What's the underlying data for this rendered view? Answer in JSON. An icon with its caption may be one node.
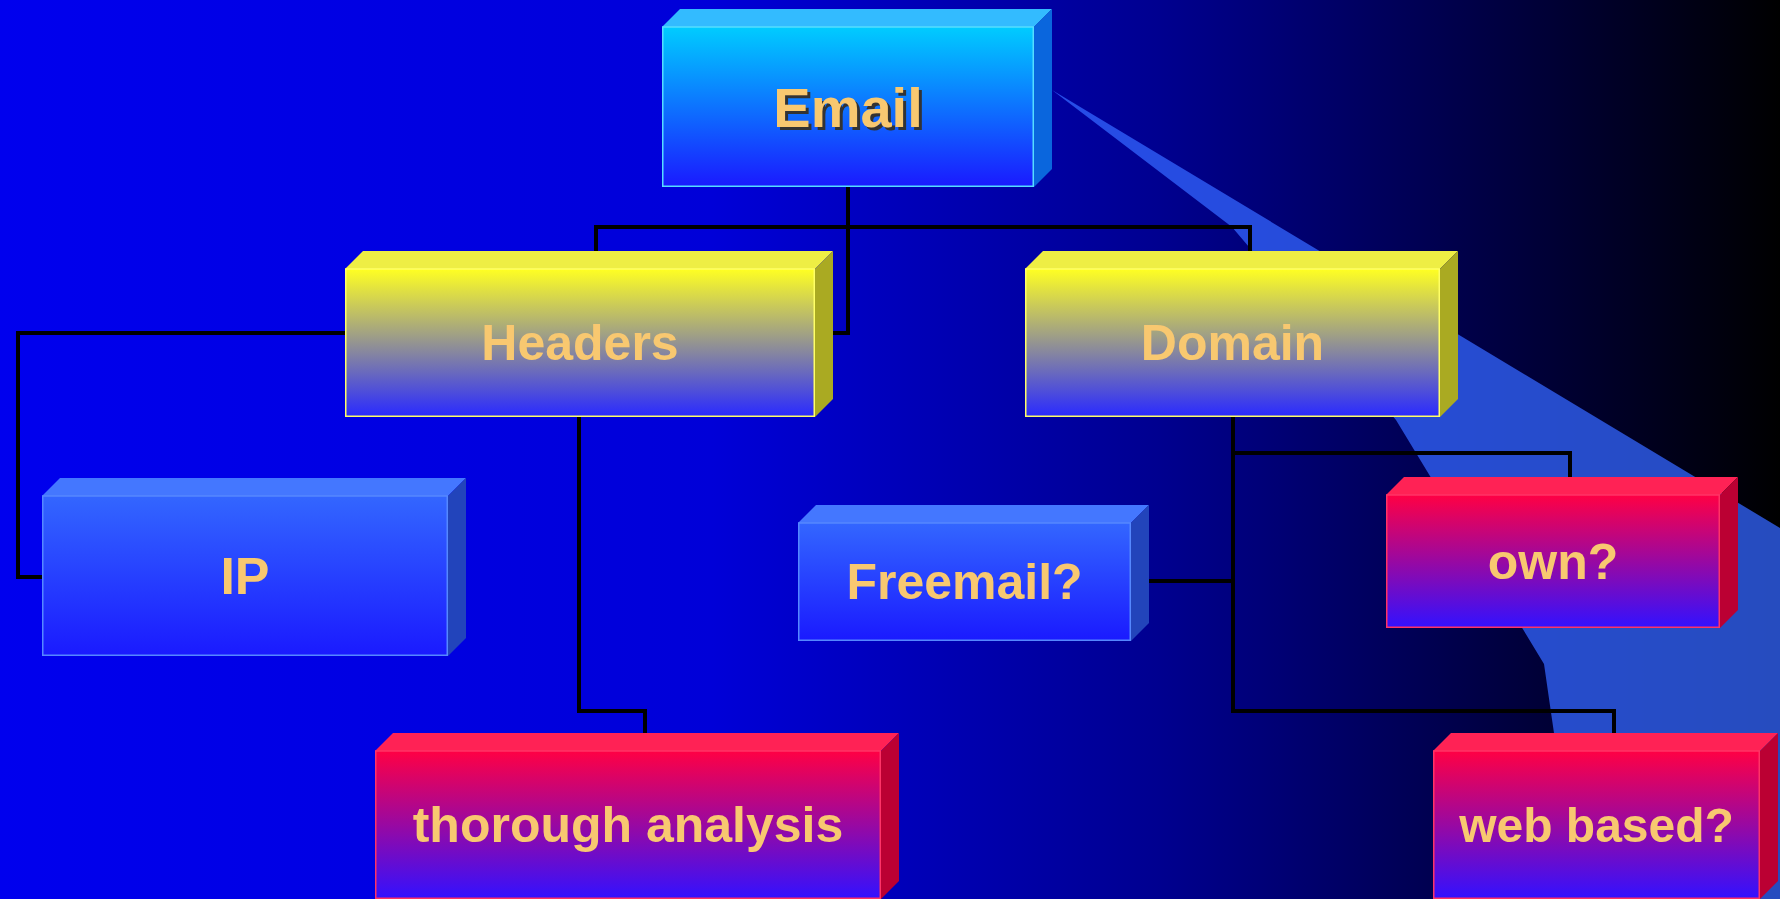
{
  "diagram": {
    "nodes": [
      {
        "text": [
          "Email"
        ]
      },
      {
        "text": [
          "Headers"
        ]
      },
      {
        "text": [
          "Domain"
        ]
      },
      {
        "text": [
          "IP"
        ]
      },
      {
        "text": [
          "thorough analysis"
        ]
      },
      {
        "text": [
          "Freemail?"
        ]
      },
      {
        "text": [
          "own?"
        ]
      },
      {
        "text": [
          "web based?"
        ]
      }
    ],
    "edges": [
      {
        "from": 0,
        "to": 1,
        "arrow": "none"
      },
      {
        "from": 0,
        "to": 2,
        "arrow": "none"
      },
      {
        "from": 1,
        "to": 3,
        "arrow": "none"
      },
      {
        "from": 1,
        "to": 4,
        "arrow": "none"
      },
      {
        "from": 2,
        "to": 6,
        "arrow": "none"
      },
      {
        "from": 2,
        "to": 5,
        "arrow": "none"
      },
      {
        "from": 2,
        "to": 7,
        "arrow": "none"
      }
    ]
  }
}
